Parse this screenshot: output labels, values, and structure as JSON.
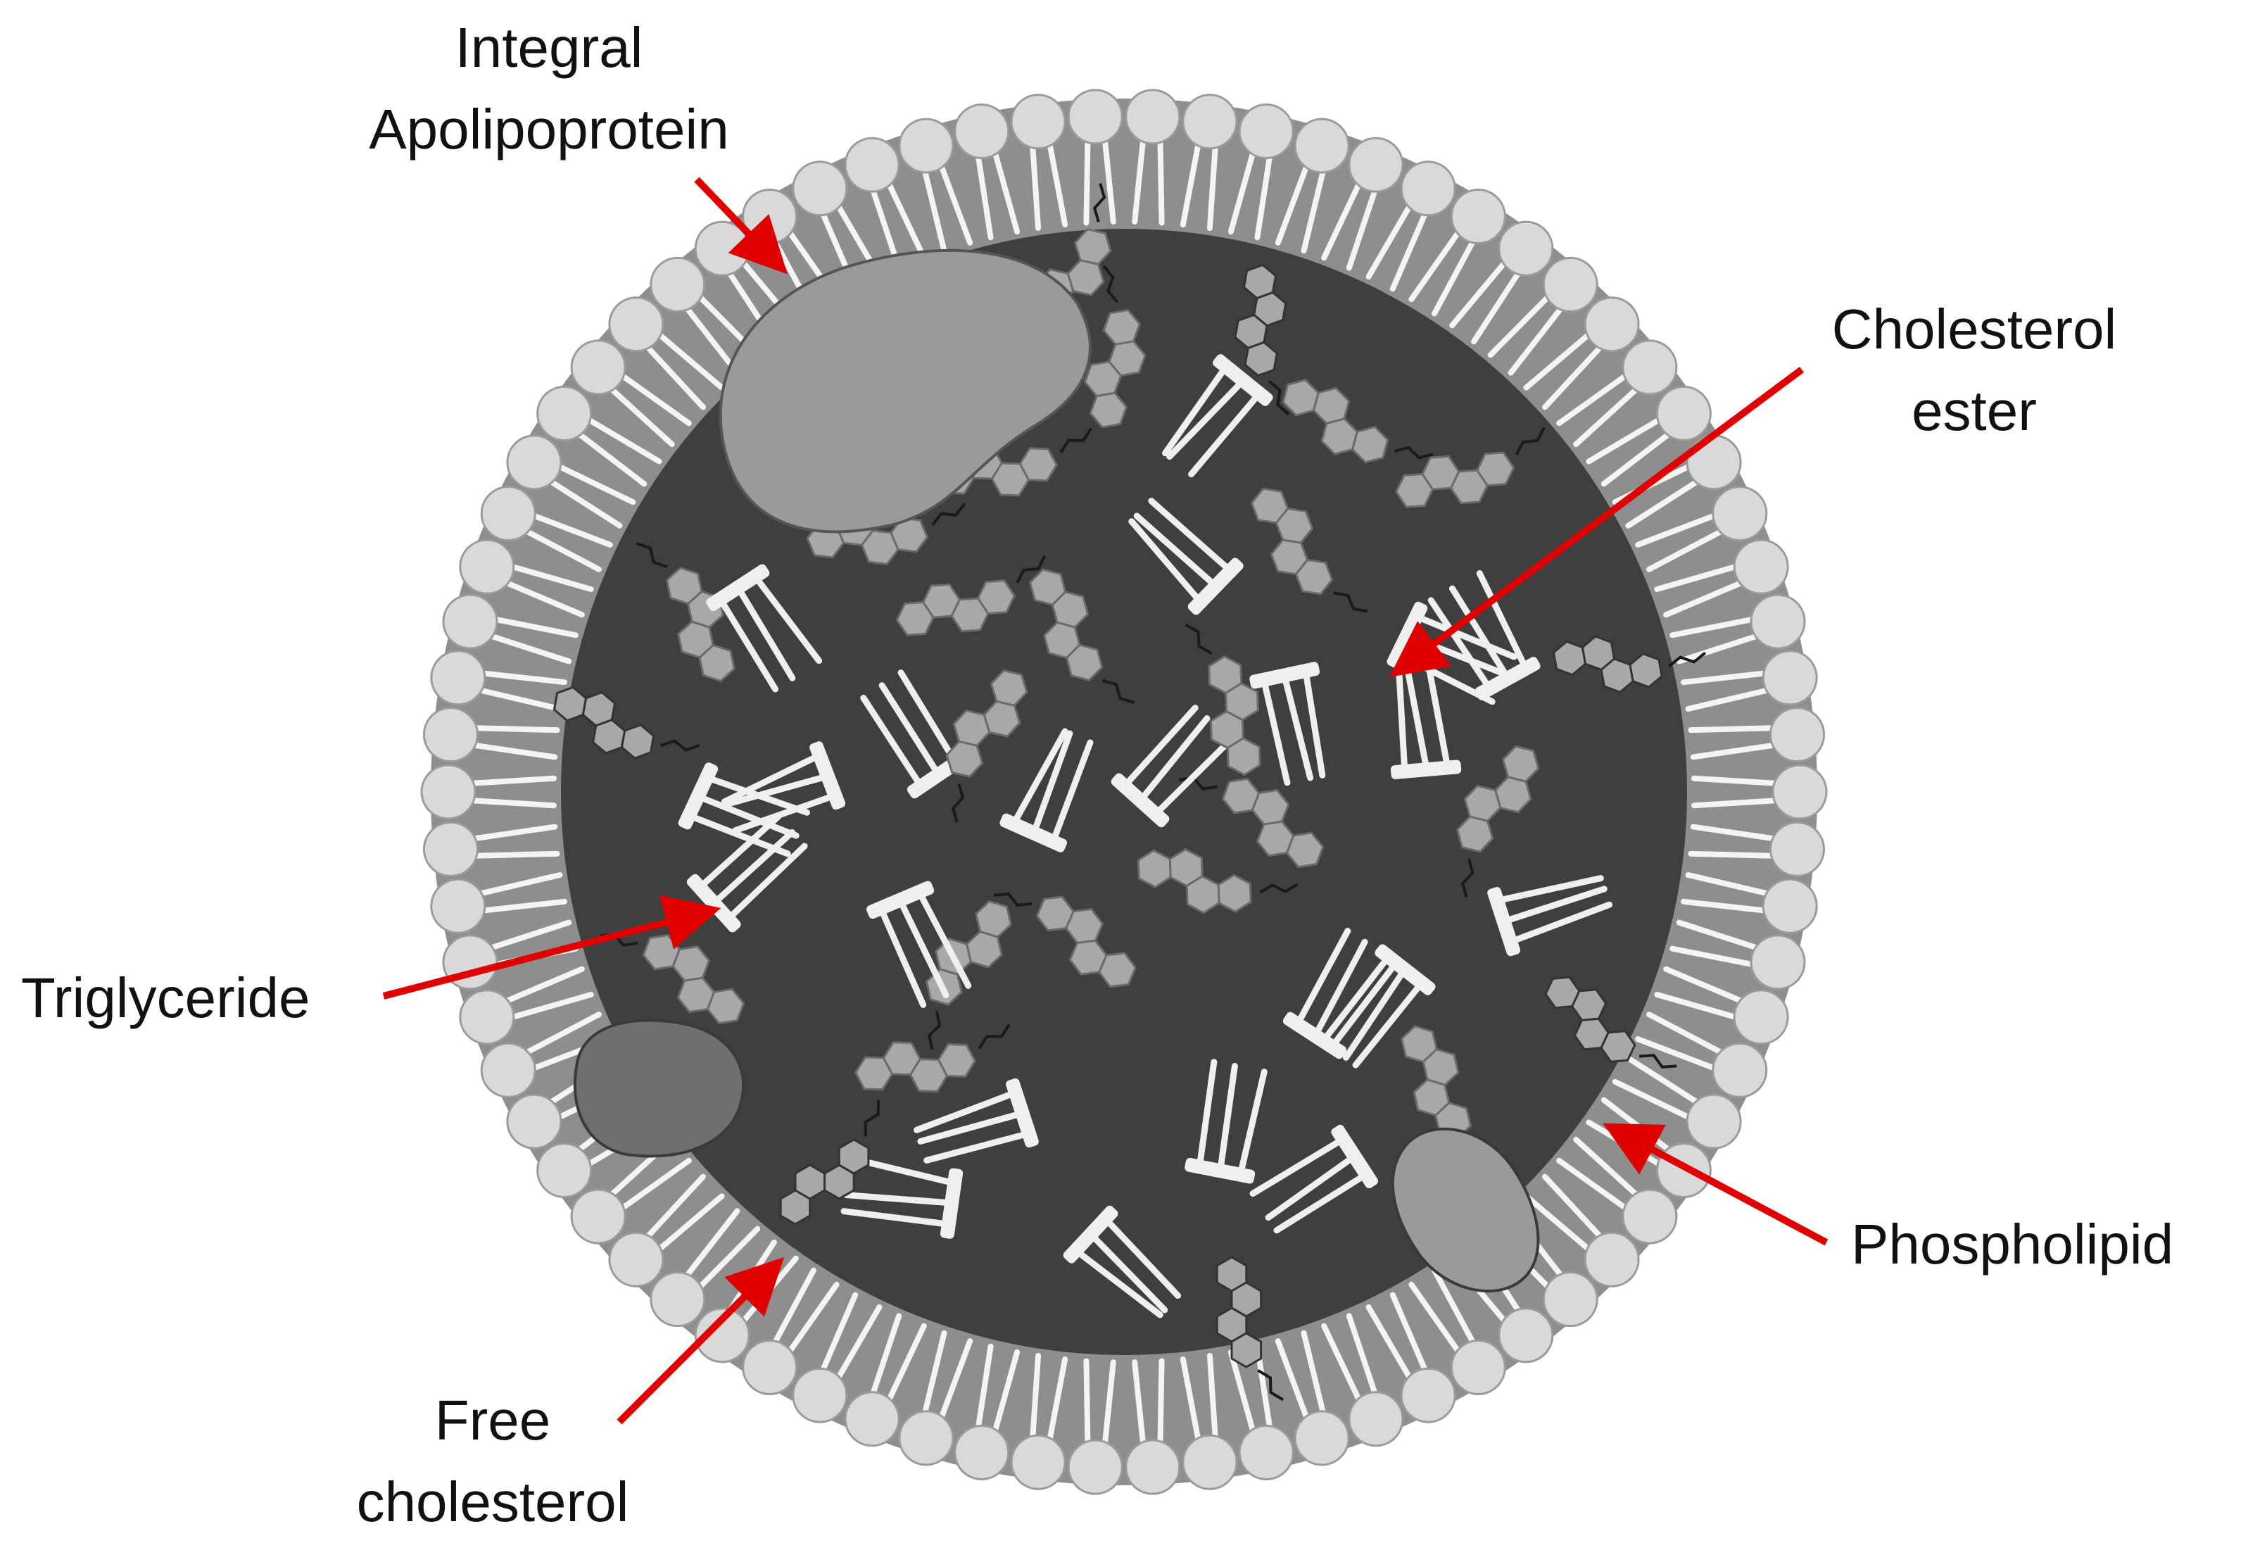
{
  "figure": {
    "background": "#ffffff",
    "colors": {
      "core": "#3f3f3f",
      "shell": "#8e8e8e",
      "phospholipid_head": "#d9d9d9",
      "phospholipid_head_stroke": "#9a9a9a",
      "apolipoprotein_large": "#9a9a9a",
      "apolipoprotein_small": "#6f6f6f",
      "cholesterol_ring": "#a8a8a8",
      "arrow": "#e00000"
    }
  },
  "labels": {
    "apolipoprotein": [
      "Integral",
      "Apolipoprotein"
    ],
    "cholesterol_ester": [
      "Cholesterol",
      "ester"
    ],
    "triglyceride": [
      "Triglyceride"
    ],
    "phospholipid": [
      "Phospholipid"
    ],
    "free_cholesterol": [
      "Free",
      "cholesterol"
    ]
  }
}
